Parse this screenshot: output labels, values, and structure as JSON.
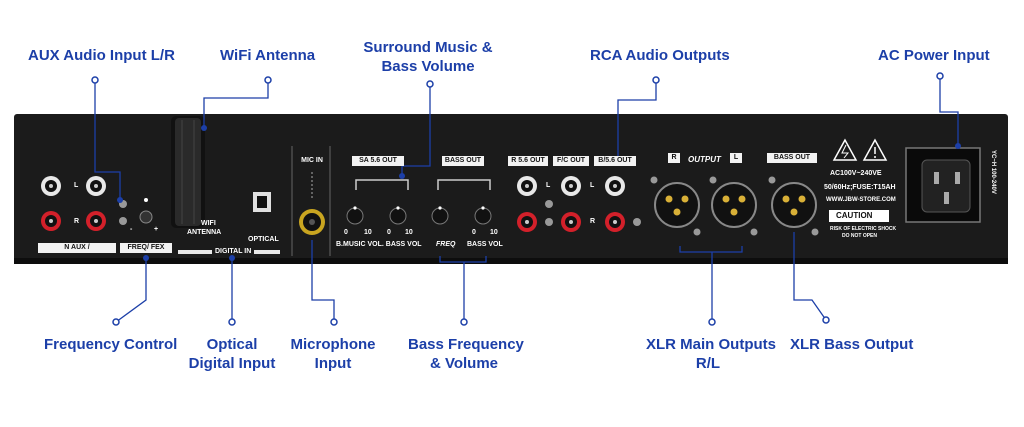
{
  "callouts": {
    "aux_input": "AUX Audio Input L/R",
    "wifi_antenna": "WiFi Antenna",
    "surround_line1": "Surround Music &",
    "surround_line2": "Bass Volume",
    "rca_outputs": "RCA Audio Outputs",
    "ac_power": "AC Power Input",
    "frequency_control": "Frequency Control",
    "optical_line1": "Optical",
    "optical_line2": "Digital Input",
    "mic_line1": "Microphone",
    "mic_line2": "Input",
    "bass_freq_line1": "Bass Frequency",
    "bass_freq_line2": "& Volume",
    "xlr_main_line1": "XLR Main Outputs",
    "xlr_main_line2": "R/L",
    "xlr_bass": "XLR Bass Output"
  },
  "panel_labels": {
    "aux_l": "L",
    "aux_r": "R",
    "aux_strip": "N     AUX     /",
    "freq_fex": "FREQ/ FEX",
    "knob_minus": "-",
    "knob_plus": "+",
    "wifi": "WIFI",
    "antenna": "ANTENNA",
    "optical": "OPTICAL",
    "digital_in": "DIGITAL IN",
    "mic_in": "MIC IN",
    "sa_out": "SA 5.6 OUT",
    "bass_out_top": "BASS OUT",
    "knob_0": "0",
    "knob_10": "10",
    "bmusic_vol": "B.MUSIC VOL. BASS VOL",
    "freq": "FREQ",
    "bass_vol": "BASS VOL",
    "r56_out": "R 5.6 OUT",
    "fc_out": "F/C OUT",
    "b56_out": "B/5.6 OUT",
    "rca_l": "L",
    "rca_r": "R",
    "output_r": "R",
    "output": "OUTPUT",
    "output_l": "L",
    "bass_out_xlr": "BASS OUT",
    "ac_spec": "AC100V~240VE",
    "freq_fuse": "50/60Hz;FUSE:T15AH",
    "website": "WWW.JBW-STORE.COM",
    "caution": "CAUTION",
    "caution_sub1": "RISK OF ELECTRIC SHOCK",
    "caution_sub2": "DO NOT OPEN",
    "voltage_vertical": "YC~H 100-240V"
  }
}
